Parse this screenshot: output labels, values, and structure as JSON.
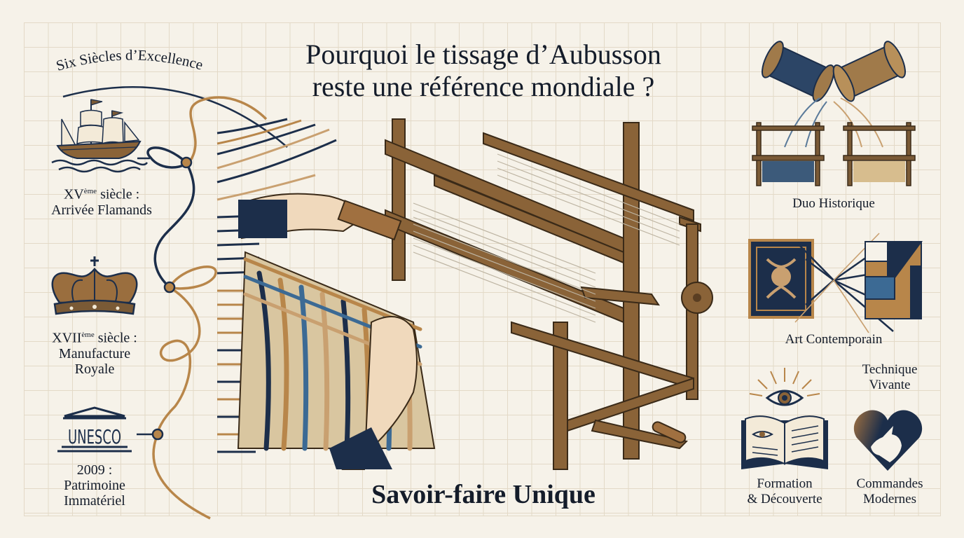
{
  "title": {
    "line1": "Pourquoi le tissage d’Aubusson",
    "line2": "reste une référence mondiale ?"
  },
  "timeline": {
    "heading": "Six Siècles d’Excellence",
    "events": [
      {
        "icon": "ship-icon",
        "numeral": "XV",
        "sup": "ème",
        "line1_suffix": " siècle :",
        "line2": "Arrivée Flamands"
      },
      {
        "icon": "crown-icon",
        "numeral": "XVII",
        "sup": "ème",
        "line1_suffix": " siècle :",
        "line2": "Manufacture",
        "line3": "Royale"
      },
      {
        "icon": "unesco-icon",
        "icon_text": "UNESCO",
        "line1": "2009 :",
        "line2": "Patrimoine",
        "line3": "Immatériel"
      }
    ]
  },
  "center": {
    "illustration": "loom-weaving-illustration",
    "caption": "Savoir-faire Unique"
  },
  "right_panel": {
    "items": [
      {
        "icon": "spools-and-looms-icon",
        "label": "Duo Historique"
      },
      {
        "icon": "tapestry-vs-modern-art-icon",
        "label": "Art Contemporain"
      },
      {
        "icon": "heart-dragon-icon",
        "label_top": "Technique",
        "label_bottom": "Vivante"
      },
      {
        "icon": "book-eye-icon",
        "label_line1": "Formation",
        "label_line2": "& Découverte"
      },
      {
        "label_line1": "Commandes",
        "label_line2": "Modernes"
      }
    ]
  },
  "colors": {
    "background": "#f6f2e9",
    "grid": "#e3d9c7",
    "navy": "#1c2e4a",
    "gold": "#b8864a",
    "blue": "#3c6a94",
    "wood": "#7a5a36"
  }
}
